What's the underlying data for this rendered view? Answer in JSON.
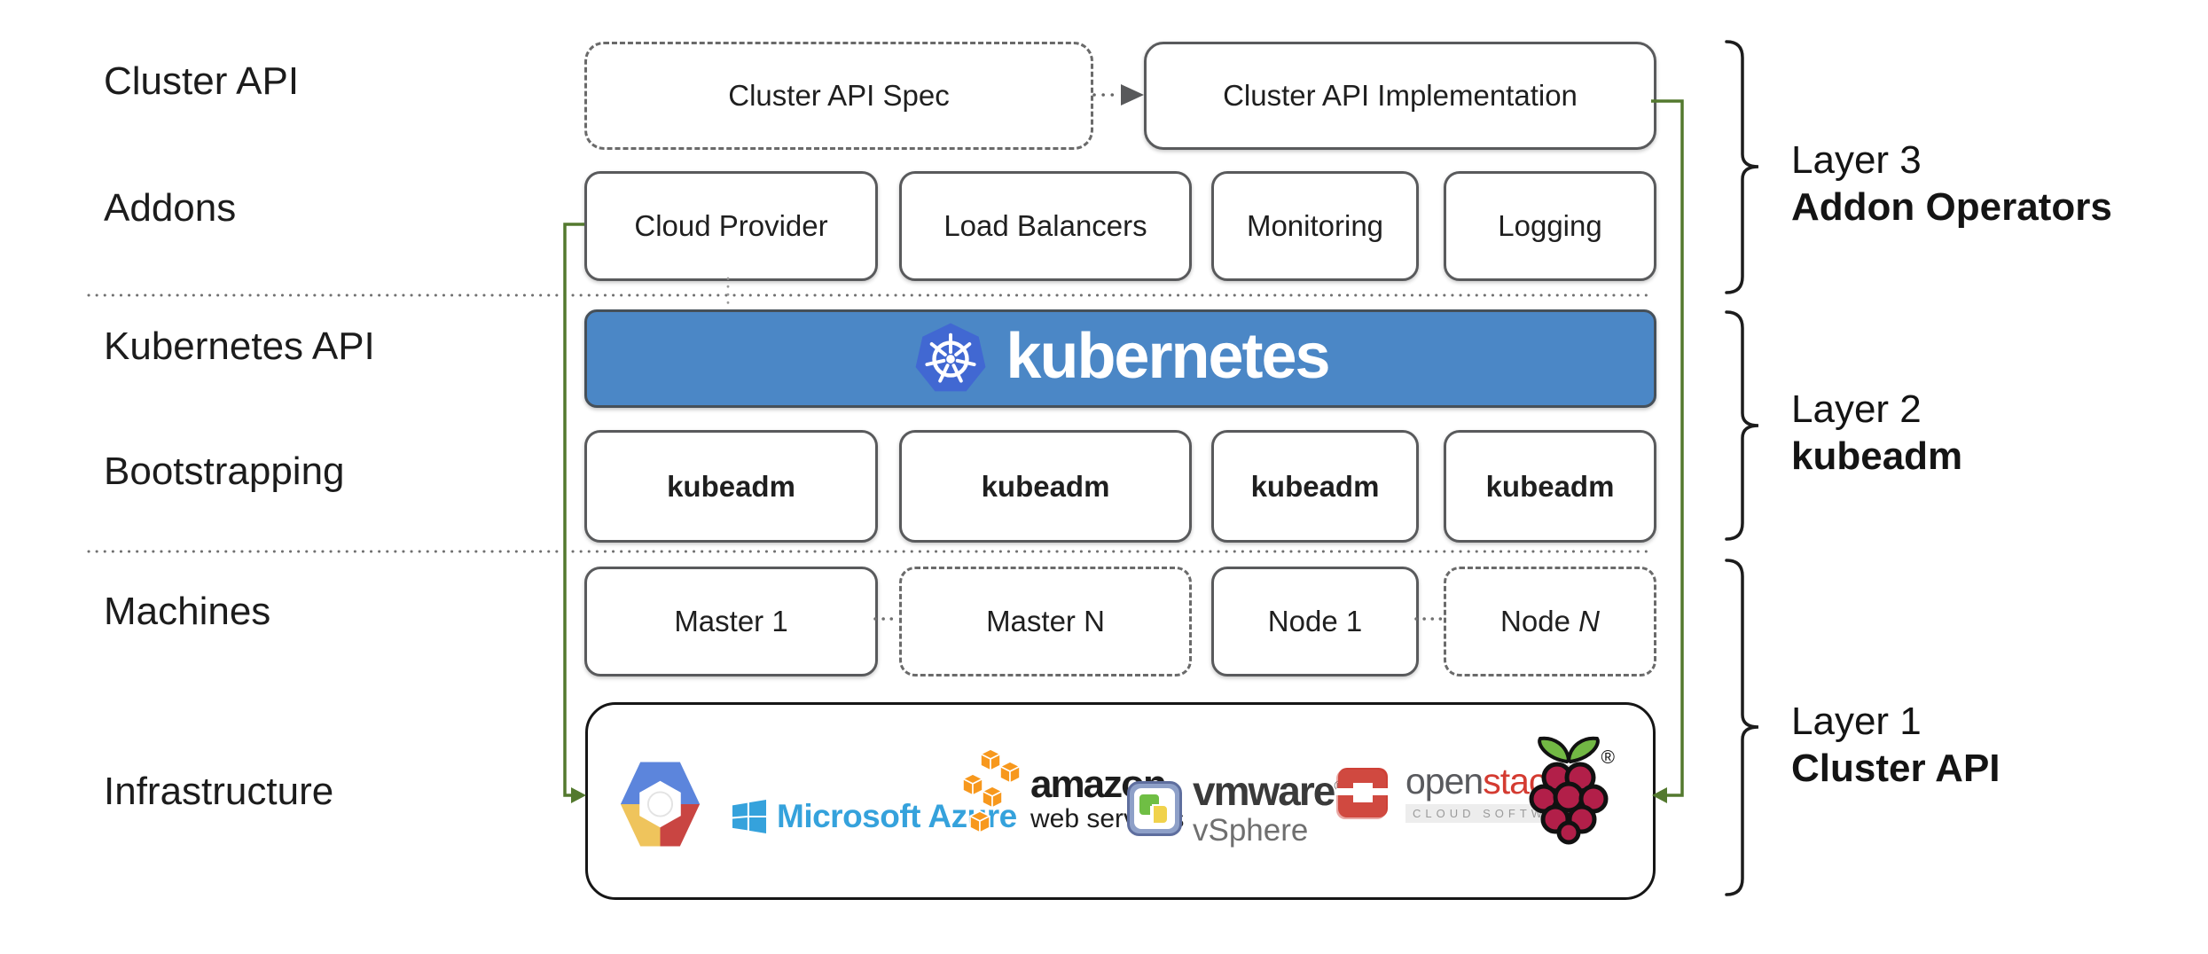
{
  "colors": {
    "kubernetes_banner_blue": "#4b87c6",
    "kubernetes_logo_blue": "#4168d2",
    "arrow_green": "#53792e",
    "box_border_gray": "#595a5c",
    "azure_blue": "#35a2dc",
    "aws_orange": "#f7981d",
    "openstack_red": "#ce4036",
    "openstack_gray": "#595a5e",
    "raspberry_crimson": "#b21f49",
    "raspberry_leaf_green": "#72b844",
    "gcp_blue": "#5c85dc",
    "gcp_red": "#c94542",
    "gcp_yellow": "#efc45c",
    "vmware_green": "#6fbe44",
    "vmware_yellow": "#f0d24c"
  },
  "row_labels": {
    "cluster_api": "Cluster API",
    "addons": "Addons",
    "kubernetes_api": "Kubernetes API",
    "bootstrapping": "Bootstrapping",
    "machines": "Machines",
    "infrastructure": "Infrastructure"
  },
  "cluster_api_row": {
    "spec_label": "Cluster API Spec",
    "implementation_label": "Cluster API Implementation"
  },
  "addons_row": {
    "cloud_provider": "Cloud Provider",
    "load_balancers": "Load Balancers",
    "monitoring": "Monitoring",
    "logging": "Logging"
  },
  "kubernetes_banner": {
    "wordmark": "kubernetes"
  },
  "bootstrapping_row": {
    "box1": "kubeadm",
    "box2": "kubeadm",
    "box3": "kubeadm",
    "box4": "kubeadm"
  },
  "machines_row": {
    "master_1": "Master 1",
    "master_n": "Master N",
    "node_1": "Node 1",
    "node_n_text": "Node ",
    "node_n_var": "N"
  },
  "infrastructure_box": {
    "azure_text": "Microsoft Azure",
    "aws_text": "amazon",
    "aws_subtext": "web services",
    "vmware_text": "vmware",
    "vmware_reg": "®",
    "vmware_subtext": "vSphere",
    "openstack_open": "open",
    "openstack_stack": "stack",
    "openstack_tm": "™",
    "openstack_subtext": "CLOUD SOFTWARE",
    "raspberry_reg": "®"
  },
  "layer_annotations": {
    "layer3_line1": "Layer 3",
    "layer3_line2": "Addon Operators",
    "layer2_line1": "Layer 2",
    "layer2_line2": "kubeadm",
    "layer1_line1": "Layer 1",
    "layer1_line2": "Cluster API"
  }
}
